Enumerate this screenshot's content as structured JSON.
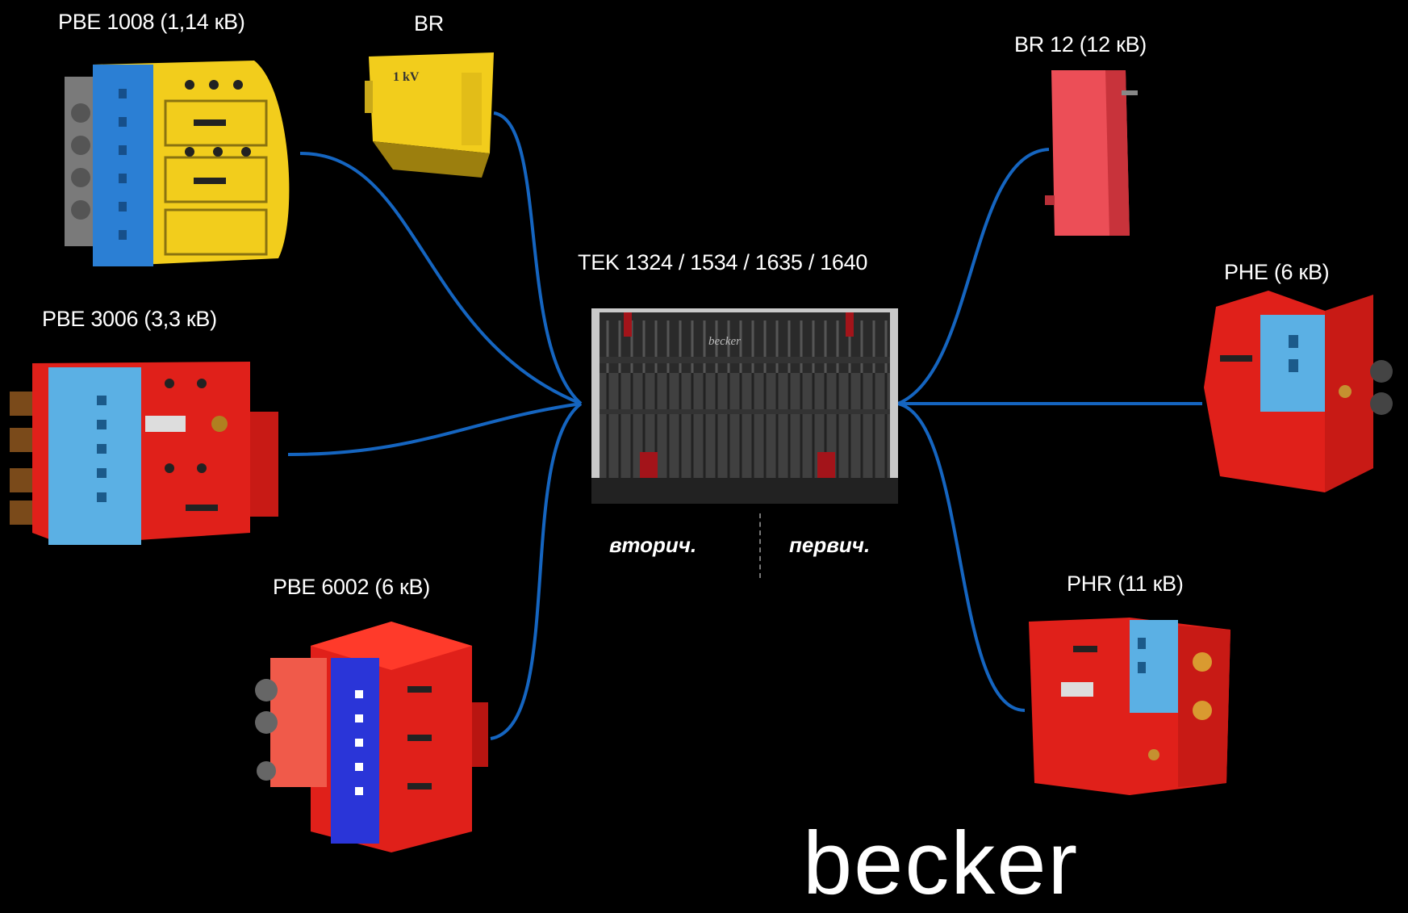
{
  "center": {
    "label": "TEK 1324 / 1534 / 1635 / 1640",
    "secondary": "вторич.",
    "primary": "первич."
  },
  "left_units": [
    {
      "label": "PBE 1008 (1,14 кВ)"
    },
    {
      "label": "BR"
    },
    {
      "label": "PBE 3006 (3,3 кВ)"
    },
    {
      "label": "PBE 6002 (6 кВ)"
    }
  ],
  "right_units": [
    {
      "label": "BR 12 (12 кВ)"
    },
    {
      "label": "PHE (6 кВ)"
    },
    {
      "label": "PHR (11 кВ)"
    }
  ],
  "brand": "becker",
  "transformer_badge": "becker",
  "br_badge": "1 kV",
  "colors": {
    "wire": "#1565c0",
    "red": "#e0201a",
    "yellow": "#f2cd1c",
    "blue": "#2b7fd4"
  }
}
